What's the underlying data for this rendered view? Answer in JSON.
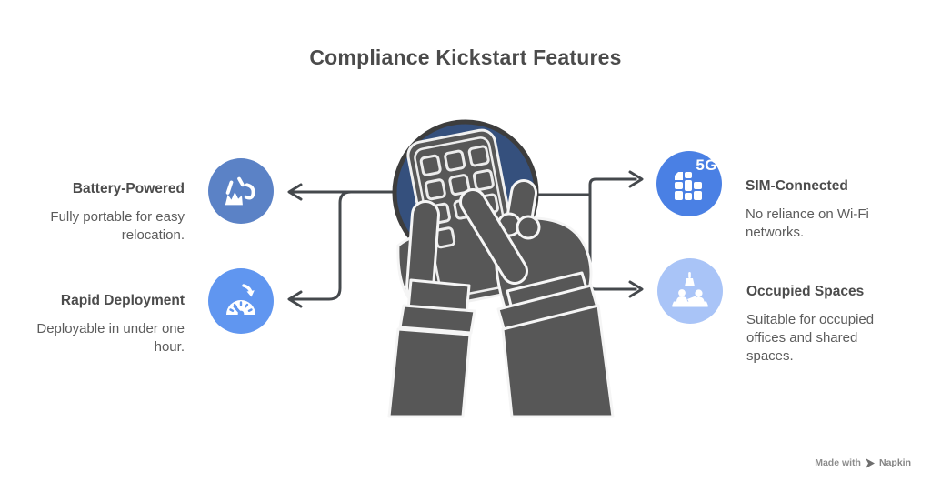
{
  "title": "Compliance Kickstart Features",
  "features": [
    {
      "title": "Battery-Powered",
      "description": "Fully portable for easy relocation.",
      "icon": "battery-burst-icon",
      "color": "#5b82c6"
    },
    {
      "title": "Rapid Deployment",
      "description": "Deployable in under one hour.",
      "icon": "speedometer-arrow-icon",
      "color": "#6096f0"
    },
    {
      "title": "SIM-Connected",
      "description": "No reliance on Wi-Fi networks.",
      "icon": "sim-card-5g-icon",
      "badge": "5G",
      "color": "#4a80e4"
    },
    {
      "title": "Occupied Spaces",
      "description": "Suitable for occupied offices and shared spaces.",
      "icon": "people-at-desk-icon",
      "color": "#a9c4f7"
    }
  ],
  "center_illustration": {
    "name": "hands-holding-phone",
    "circle_fill": "#35507d",
    "ring_color": "#3d3d3d",
    "hand_color": "#575757",
    "outline_color": "#f5f5f5"
  },
  "connector_color": "#45494d",
  "footer": {
    "made_with": "Made with",
    "brand": "Napkin"
  }
}
